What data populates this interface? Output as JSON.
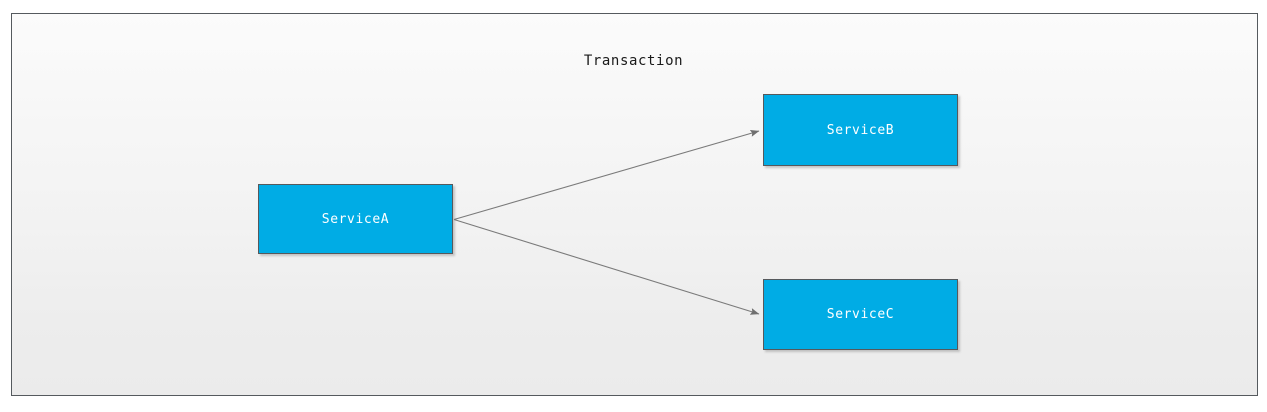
{
  "diagram": {
    "title": "Transaction",
    "title_color": "#1a1a1a",
    "panel_border_color": "#555a5e",
    "panel_bg_top": "#fbfbfb",
    "panel_bg_bottom": "#ebebeb",
    "node_fill": "#00ace5",
    "node_border": "#56595c",
    "node_text_color": "#ffffff",
    "edge_color": "#7a7a7a",
    "nodes": [
      {
        "id": "ServiceA",
        "label": "ServiceA"
      },
      {
        "id": "ServiceB",
        "label": "ServiceB"
      },
      {
        "id": "ServiceC",
        "label": "ServiceC"
      }
    ],
    "edges": [
      {
        "from": "ServiceA",
        "to": "ServiceB"
      },
      {
        "from": "ServiceA",
        "to": "ServiceC"
      }
    ]
  }
}
